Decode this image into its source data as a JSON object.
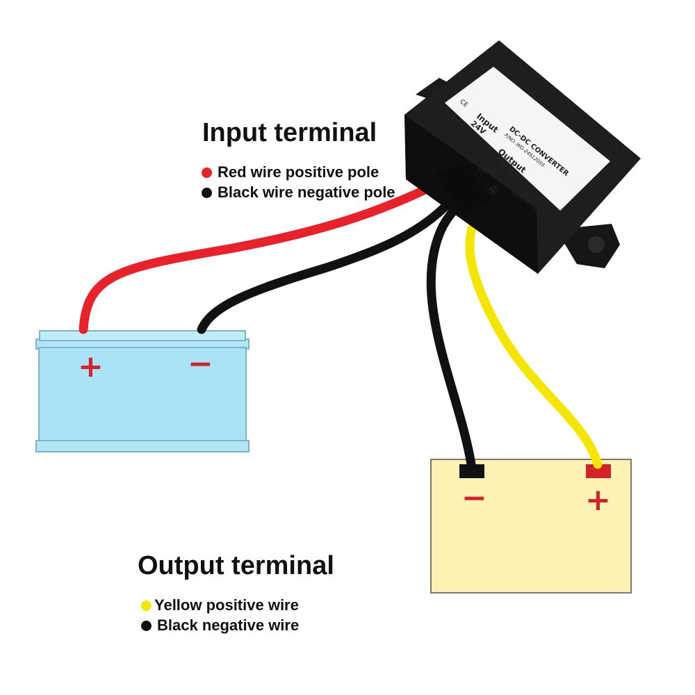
{
  "input": {
    "title": "Input terminal",
    "legend": [
      {
        "text": "Red wire positive pole",
        "color": "#e8212b"
      },
      {
        "text": "Black wire negative pole",
        "color": "#111111"
      }
    ]
  },
  "output": {
    "title": "Output terminal",
    "legend": [
      {
        "text": "Yellow positive wire",
        "color": "#f5e600"
      },
      {
        "text": "Black negative wire",
        "color": "#111111"
      }
    ]
  },
  "battery_input": {
    "plus": "+",
    "minus": "−",
    "color": "#a9e3f5"
  },
  "battery_output": {
    "plus": "+",
    "minus": "−",
    "color": "#fbf2b4"
  },
  "converter": {
    "ce": "CE",
    "input_label": "Input",
    "input_voltage": "24V",
    "title": "DC-DC CONVERTER",
    "part_no": "P/NO.:WG-24S1205S",
    "output_label": "Output",
    "output_rating": "12V 5A",
    "made_in": "Made in China",
    "date_code": "221014  050",
    "plus_symbol": "⊕",
    "minus_symbol": "⊖"
  },
  "colors": {
    "red_wire": "#e8212b",
    "black_wire": "#111111",
    "yellow_wire": "#f5e600",
    "terminal_red": "#d2232a"
  }
}
